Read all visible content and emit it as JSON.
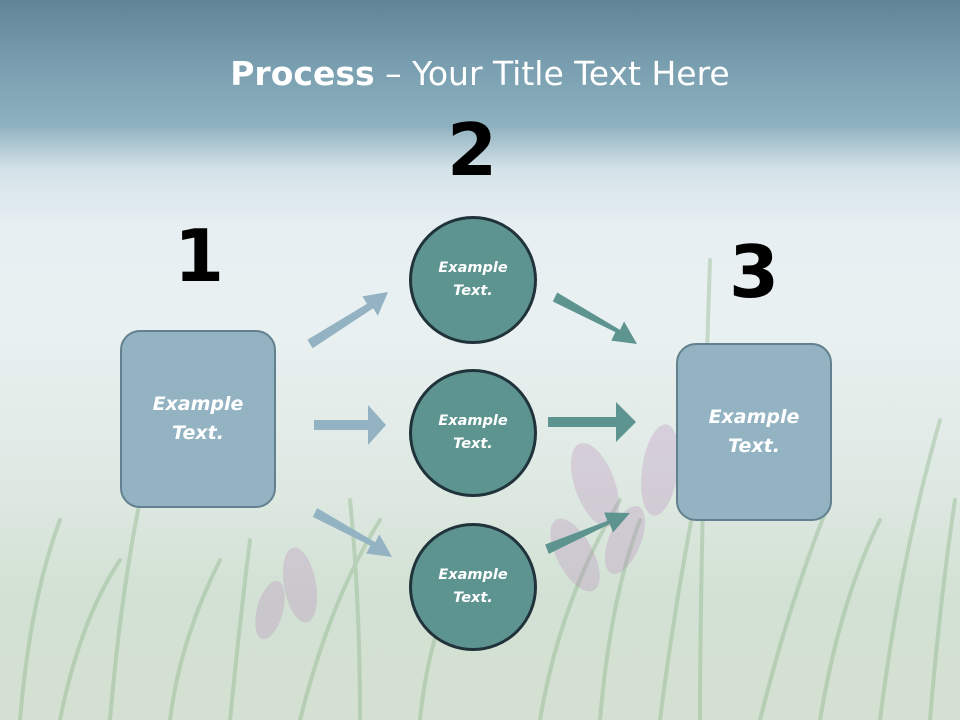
{
  "slide": {
    "title_bold": "Process",
    "title_rest": " – Your Title Text Here",
    "steps": {
      "one": "1",
      "two": "2",
      "three": "3"
    },
    "left_box": "Example\nText.",
    "right_box": "Example\nText.",
    "circles": {
      "top": "Example\nText.",
      "middle": "Example\nText.",
      "bottom": "Example\nText."
    }
  },
  "colors": {
    "header_blue": "#5f8597",
    "box_fill": "#93b3c3",
    "circle_fill": "#5e9490",
    "left_arrow_fill": "#93b3c3",
    "right_arrow_fill": "#5e9490"
  }
}
